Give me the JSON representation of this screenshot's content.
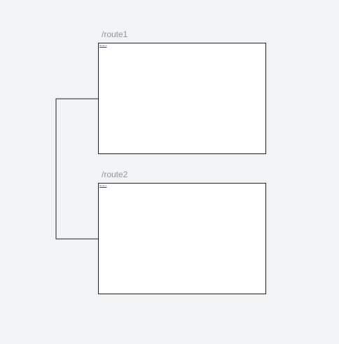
{
  "routes": [
    {
      "path": "/route1",
      "frame_content": {
        "link_text": "Route 2"
      }
    },
    {
      "path": "/route2",
      "frame_content": {
        "link_text": "Route 1"
      }
    }
  ],
  "colors": {
    "background": "#f2f3f5",
    "frame_border": "#1f2328",
    "label": "#8f939b",
    "link": "#2b3bd6",
    "connector": "#1f2328"
  }
}
